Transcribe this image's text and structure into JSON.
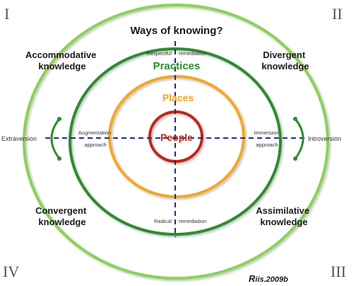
{
  "title": "Ways of knowing?",
  "quadrant_numerals": {
    "top_left": "I",
    "top_right": "II",
    "bottom_right": "III",
    "bottom_left": "IV"
  },
  "quadrants": {
    "top_left": [
      "Accommodative",
      "knowledge"
    ],
    "top_right": [
      "Divergent",
      "knowledge"
    ],
    "bottom_left": [
      "Convergent",
      "knowledge"
    ],
    "bottom_right": [
      "Assimilative",
      "knowledge"
    ]
  },
  "rings": {
    "outer": "Practices",
    "middle": "Places",
    "inner": "People"
  },
  "axis_labels": {
    "top_left": "Respectful",
    "top_right": "remediation",
    "bottom_left": "Radical",
    "bottom_right": "remediation",
    "left": [
      "Augmentation",
      "approach"
    ],
    "right": [
      "Immersion",
      "approach"
    ]
  },
  "side_labels": {
    "left": "Extraversion",
    "right": "Introversion"
  },
  "credit": {
    "prefix": "R",
    "rest": "iis.2009b"
  },
  "colors": {
    "outer_ring": "#8cd155",
    "practices_ring": "#2e8b2e",
    "places_ring": "#f5a623",
    "people_ring": "#c0281e",
    "axis": "#1f2f7a",
    "side_brace": "#2e8b2e"
  }
}
